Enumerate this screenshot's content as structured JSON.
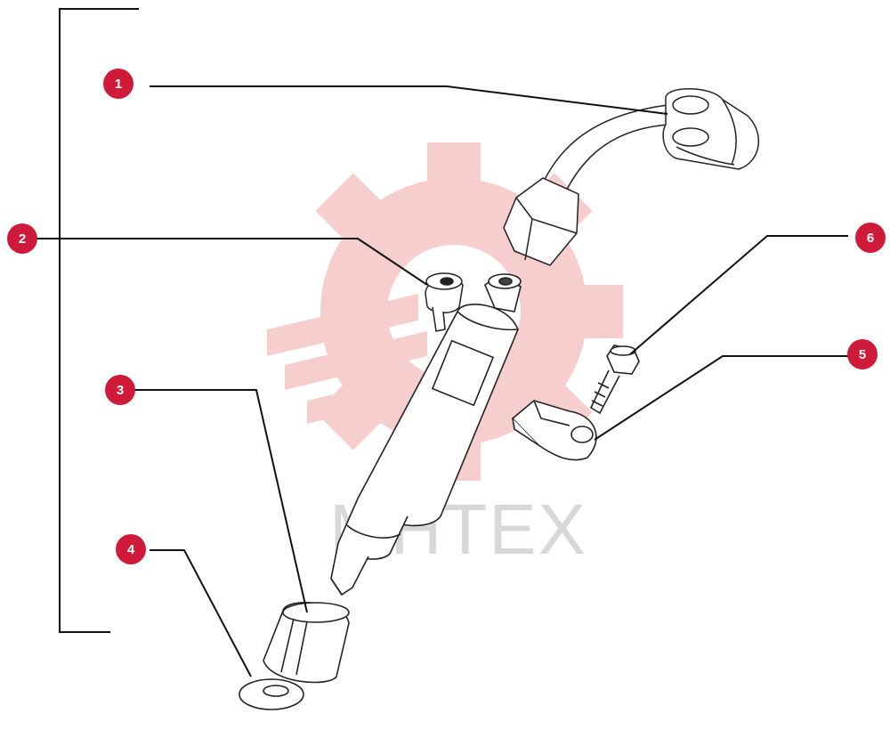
{
  "diagram": {
    "watermark_text": "МНТЕХ",
    "callout_color": "#d01a3a",
    "watermark_gear_color": "#f6c9c9",
    "callouts": [
      {
        "label": "1",
        "part": "banjo-fitting"
      },
      {
        "label": "2",
        "part": "leak-off-connector"
      },
      {
        "label": "3",
        "part": "sleeve"
      },
      {
        "label": "4",
        "part": "sealing-washer"
      },
      {
        "label": "5",
        "part": "clamp-bracket"
      },
      {
        "label": "6",
        "part": "bolt"
      }
    ]
  }
}
